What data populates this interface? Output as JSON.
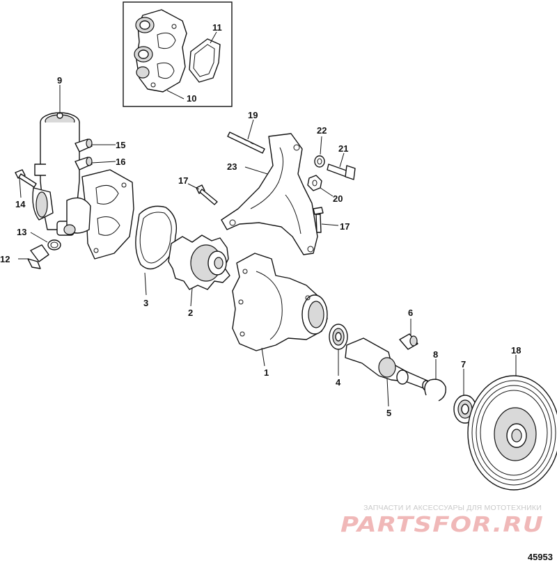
{
  "diagram": {
    "reference_number": "45953",
    "callouts": [
      "1",
      "2",
      "3",
      "4",
      "5",
      "6",
      "7",
      "8",
      "9",
      "10",
      "11",
      "12",
      "13",
      "14",
      "15",
      "16",
      "17",
      "17",
      "18",
      "19",
      "20",
      "21",
      "22",
      "23"
    ]
  },
  "watermark": {
    "tagline": "ЗАПЧАСТИ И АКСЕССУАРЫ ДЛЯ МОТОТЕХНИКИ",
    "brand": "PARTSFOR.RU"
  },
  "colors": {
    "line": "#111111",
    "shade": "#d9d9d9",
    "watermark_main": "#f0b8b8",
    "watermark_sub": "#c9c9c9"
  }
}
